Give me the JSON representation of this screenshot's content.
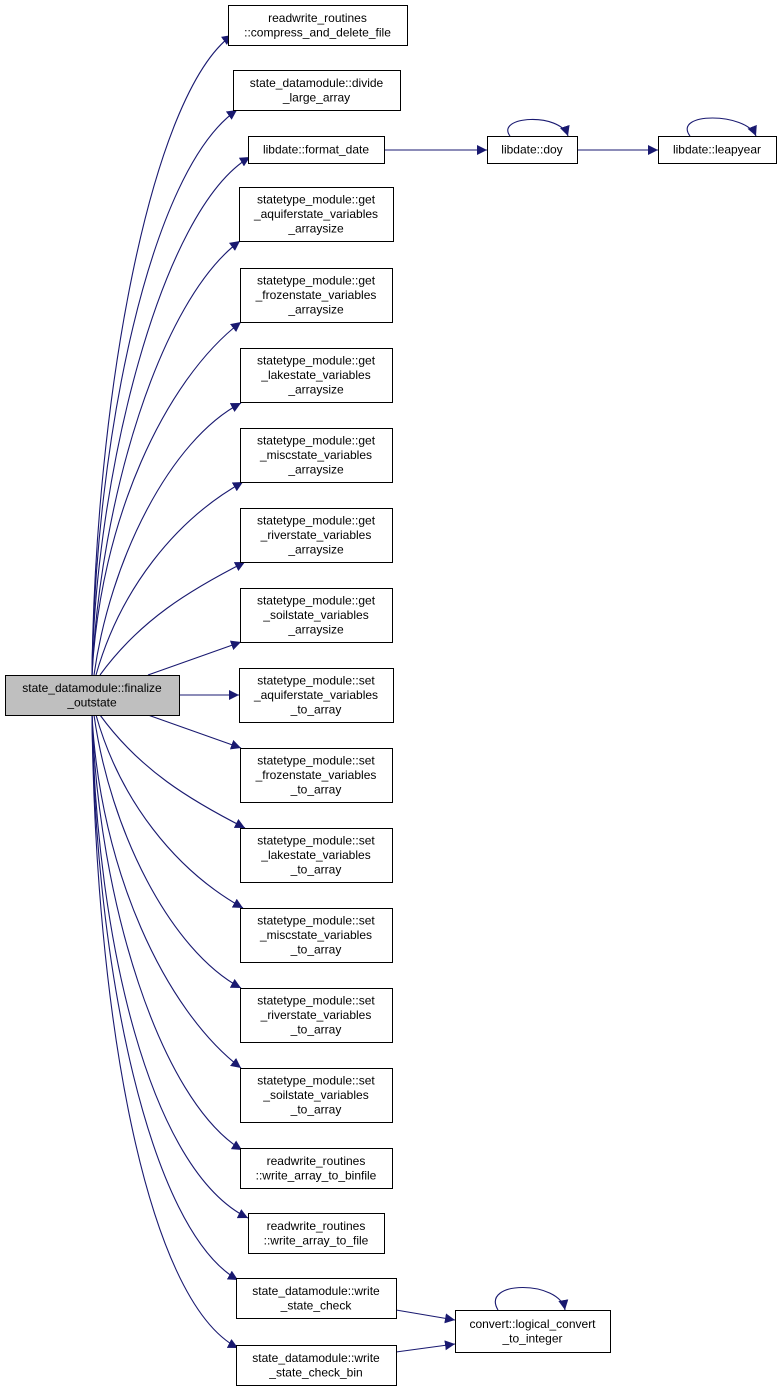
{
  "diagram": {
    "colors": {
      "edge": "#191970",
      "root_fill": "#bfbfbf",
      "node_fill": "#ffffff",
      "node_border": "#000000"
    },
    "nodes": [
      {
        "id": "root",
        "lines": [
          "state_datamodule::finalize",
          "_outstate"
        ],
        "root": true
      },
      {
        "id": "n1",
        "lines": [
          "readwrite_routines",
          "::compress_and_delete_file"
        ]
      },
      {
        "id": "n2",
        "lines": [
          "state_datamodule::divide",
          "_large_array"
        ]
      },
      {
        "id": "n3",
        "lines": [
          "libdate::format_date"
        ]
      },
      {
        "id": "n4",
        "lines": [
          "libdate::doy"
        ]
      },
      {
        "id": "n5",
        "lines": [
          "libdate::leapyear"
        ]
      },
      {
        "id": "n6",
        "lines": [
          "statetype_module::get",
          "_aquiferstate_variables",
          "_arraysize"
        ]
      },
      {
        "id": "n7",
        "lines": [
          "statetype_module::get",
          "_frozenstate_variables",
          "_arraysize"
        ]
      },
      {
        "id": "n8",
        "lines": [
          "statetype_module::get",
          "_lakestate_variables",
          "_arraysize"
        ]
      },
      {
        "id": "n9",
        "lines": [
          "statetype_module::get",
          "_miscstate_variables",
          "_arraysize"
        ]
      },
      {
        "id": "n10",
        "lines": [
          "statetype_module::get",
          "_riverstate_variables",
          "_arraysize"
        ]
      },
      {
        "id": "n11",
        "lines": [
          "statetype_module::get",
          "_soilstate_variables",
          "_arraysize"
        ]
      },
      {
        "id": "n12",
        "lines": [
          "statetype_module::set",
          "_aquiferstate_variables",
          "_to_array"
        ]
      },
      {
        "id": "n13",
        "lines": [
          "statetype_module::set",
          "_frozenstate_variables",
          "_to_array"
        ]
      },
      {
        "id": "n14",
        "lines": [
          "statetype_module::set",
          "_lakestate_variables",
          "_to_array"
        ]
      },
      {
        "id": "n15",
        "lines": [
          "statetype_module::set",
          "_miscstate_variables",
          "_to_array"
        ]
      },
      {
        "id": "n16",
        "lines": [
          "statetype_module::set",
          "_riverstate_variables",
          "_to_array"
        ]
      },
      {
        "id": "n17",
        "lines": [
          "statetype_module::set",
          "_soilstate_variables",
          "_to_array"
        ]
      },
      {
        "id": "n18",
        "lines": [
          "readwrite_routines",
          "::write_array_to_binfile"
        ]
      },
      {
        "id": "n19",
        "lines": [
          "readwrite_routines",
          "::write_array_to_file"
        ]
      },
      {
        "id": "n20",
        "lines": [
          "state_datamodule::write",
          "_state_check"
        ]
      },
      {
        "id": "n21",
        "lines": [
          "state_datamodule::write",
          "_state_check_bin"
        ]
      },
      {
        "id": "n22",
        "lines": [
          "convert::logical_convert",
          "_to_integer"
        ]
      }
    ],
    "edges": [
      {
        "from": "root",
        "to": "n1"
      },
      {
        "from": "root",
        "to": "n2"
      },
      {
        "from": "root",
        "to": "n3"
      },
      {
        "from": "n3",
        "to": "n4"
      },
      {
        "from": "n4",
        "to": "n4"
      },
      {
        "from": "n4",
        "to": "n5"
      },
      {
        "from": "n5",
        "to": "n5"
      },
      {
        "from": "root",
        "to": "n6"
      },
      {
        "from": "root",
        "to": "n7"
      },
      {
        "from": "root",
        "to": "n8"
      },
      {
        "from": "root",
        "to": "n9"
      },
      {
        "from": "root",
        "to": "n10"
      },
      {
        "from": "root",
        "to": "n11"
      },
      {
        "from": "root",
        "to": "n12"
      },
      {
        "from": "root",
        "to": "n13"
      },
      {
        "from": "root",
        "to": "n14"
      },
      {
        "from": "root",
        "to": "n15"
      },
      {
        "from": "root",
        "to": "n16"
      },
      {
        "from": "root",
        "to": "n17"
      },
      {
        "from": "root",
        "to": "n18"
      },
      {
        "from": "root",
        "to": "n19"
      },
      {
        "from": "root",
        "to": "n20"
      },
      {
        "from": "root",
        "to": "n21"
      },
      {
        "from": "n20",
        "to": "n22"
      },
      {
        "from": "n21",
        "to": "n22"
      },
      {
        "from": "n22",
        "to": "n22"
      }
    ]
  }
}
